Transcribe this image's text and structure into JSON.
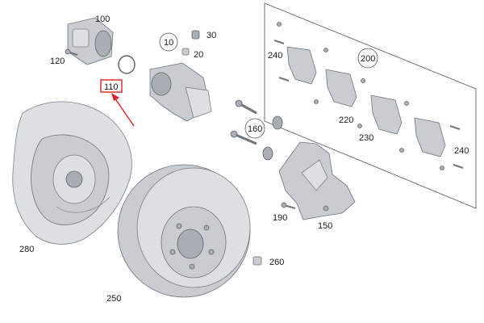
{
  "colors": {
    "highlight": "#e02020",
    "part_fill": "#c9cdd2",
    "part_stroke": "#6f757c",
    "label_text": "#1a1a1a"
  },
  "labels": {
    "p100": "100",
    "p120": "120",
    "p110": "110",
    "p10": "10",
    "p30": "30",
    "p20": "20",
    "p160": "160",
    "p190": "190",
    "p150": "150",
    "p200": "200",
    "p240_top": "240",
    "p220": "220",
    "p230": "230",
    "p240_bottom": "240",
    "p280": "280",
    "p250": "250",
    "p260": "260"
  }
}
